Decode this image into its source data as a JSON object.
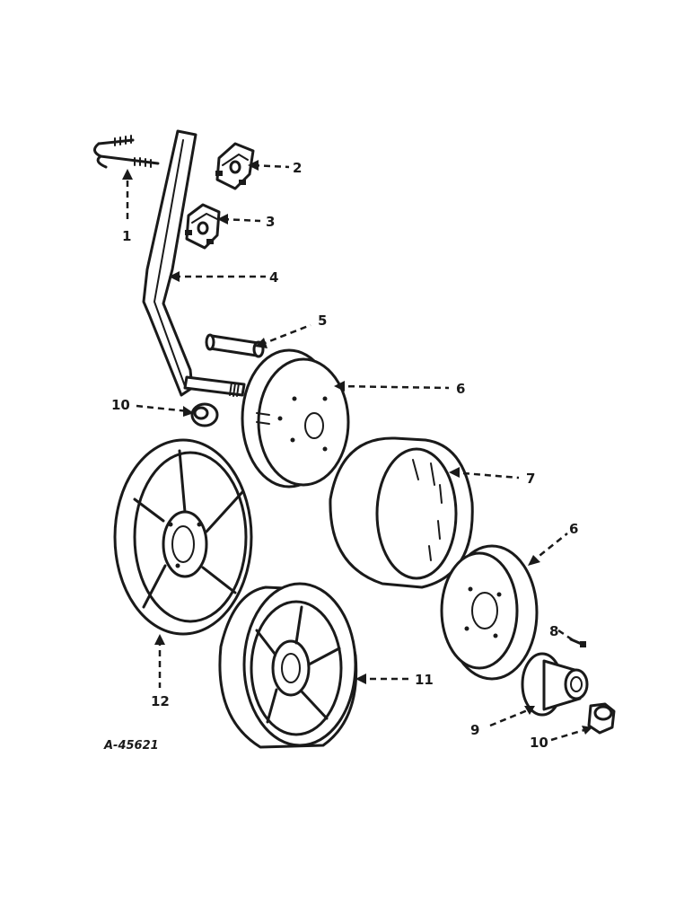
{
  "drawing_number": "A-45621",
  "callouts": [
    {
      "id": "c1",
      "label": "1",
      "part": "u-bolt"
    },
    {
      "id": "c2",
      "label": "2",
      "part": "clamp-upper"
    },
    {
      "id": "c3",
      "label": "3",
      "part": "clamp-lower"
    },
    {
      "id": "c4",
      "label": "4",
      "part": "wheel-arm"
    },
    {
      "id": "c5",
      "label": "5",
      "part": "spacer-tube"
    },
    {
      "id": "c6a",
      "label": "6",
      "part": "wheel-half-upper"
    },
    {
      "id": "c7",
      "label": "7",
      "part": "tire"
    },
    {
      "id": "c6b",
      "label": "6",
      "part": "wheel-half-lower"
    },
    {
      "id": "c8",
      "label": "8",
      "part": "bolt"
    },
    {
      "id": "c9",
      "label": "9",
      "part": "hub"
    },
    {
      "id": "c10a",
      "label": "10",
      "part": "bearing-left"
    },
    {
      "id": "c10b",
      "label": "10",
      "part": "bearing-right"
    },
    {
      "id": "c11",
      "label": "11",
      "part": "wheel-front"
    },
    {
      "id": "c12",
      "label": "12",
      "part": "wheel-back"
    }
  ],
  "colors": {
    "ink": "#1a1a1a",
    "paper": "#ffffff"
  }
}
